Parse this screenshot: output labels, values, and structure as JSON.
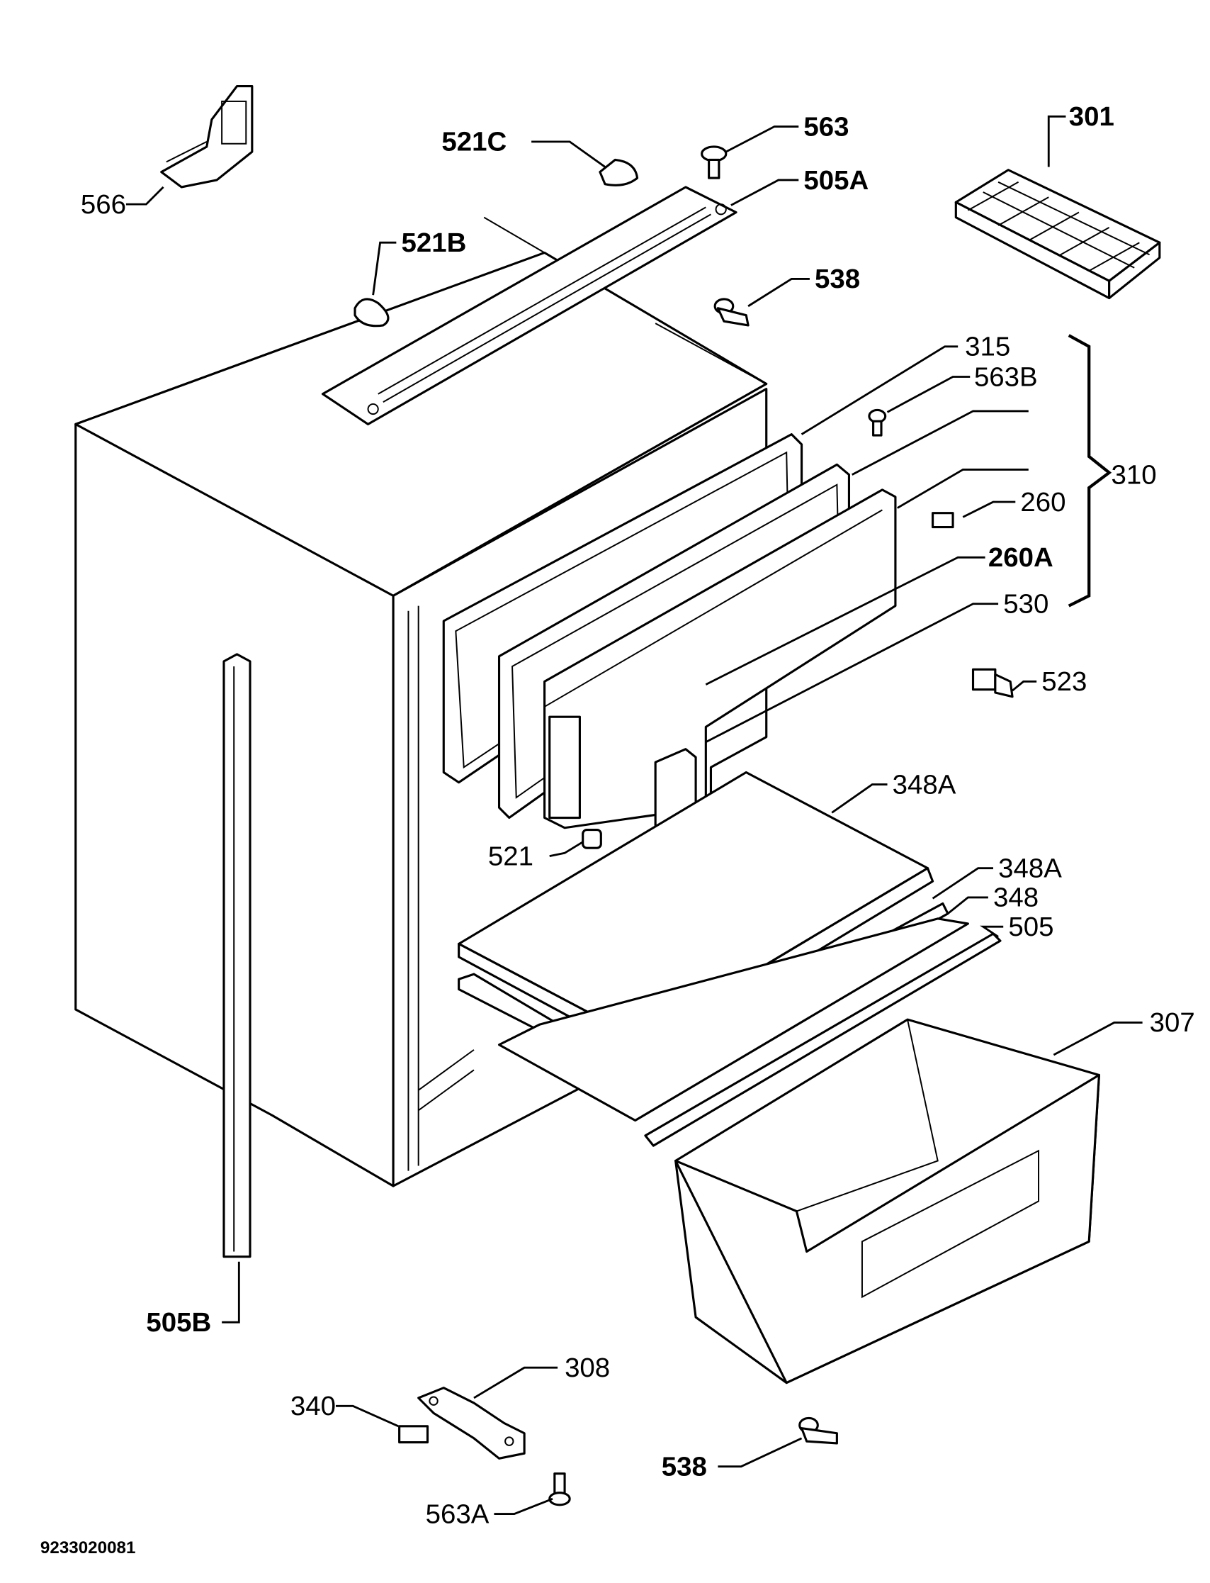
{
  "diagram": {
    "document_code": "9233020081",
    "labels": {
      "l566": "566",
      "l521C": "521C",
      "l563": "563",
      "l505A": "505A",
      "l301": "301",
      "l521B": "521B",
      "l538_top": "538",
      "l315": "315",
      "l563B": "563B",
      "l310": "310",
      "l260": "260",
      "l260A": "260A",
      "l530": "530",
      "l523": "523",
      "l348A_1": "348A",
      "l521": "521",
      "l348A_2": "348A",
      "l348": "348",
      "l505": "505",
      "l307": "307",
      "l505B": "505B",
      "l308": "308",
      "l340": "340",
      "l538_bottom": "538",
      "l563A": "563A"
    }
  }
}
